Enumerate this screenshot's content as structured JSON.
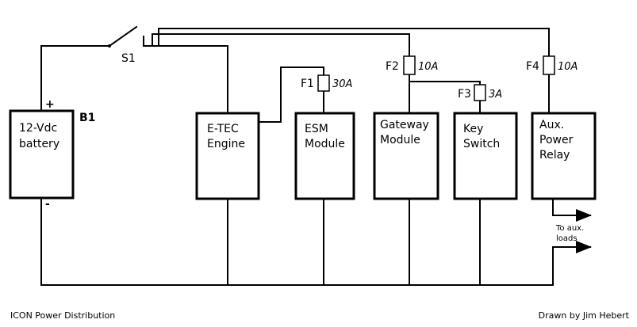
{
  "components": {
    "battery": {
      "ref": "B1",
      "line1": "12-Vdc",
      "line2": "battery",
      "plus": "+",
      "minus": "-"
    },
    "engine": {
      "line1": "E-TEC",
      "line2": "Engine"
    },
    "esm": {
      "line1": "ESM",
      "line2": "Module"
    },
    "gateway": {
      "line1": "Gateway",
      "line2": "Module"
    },
    "key_switch": {
      "line1": "Key",
      "line2": "Switch"
    },
    "aux_relay": {
      "line1": "Aux.",
      "line2": "Power",
      "line3": "Relay"
    }
  },
  "switch": {
    "label": "S1"
  },
  "fuses": {
    "f1": {
      "label": "F1",
      "rating": "30A"
    },
    "f2": {
      "label": "F2",
      "rating": "10A"
    },
    "f3": {
      "label": "F3",
      "rating": "3A"
    },
    "f4": {
      "label": "F4",
      "rating": "10A"
    }
  },
  "aux_output": {
    "line1": "To aux.",
    "line2": "loads"
  },
  "footer": {
    "title": "ICON Power Distribution",
    "credit": "Drawn by Jim Hebert"
  }
}
